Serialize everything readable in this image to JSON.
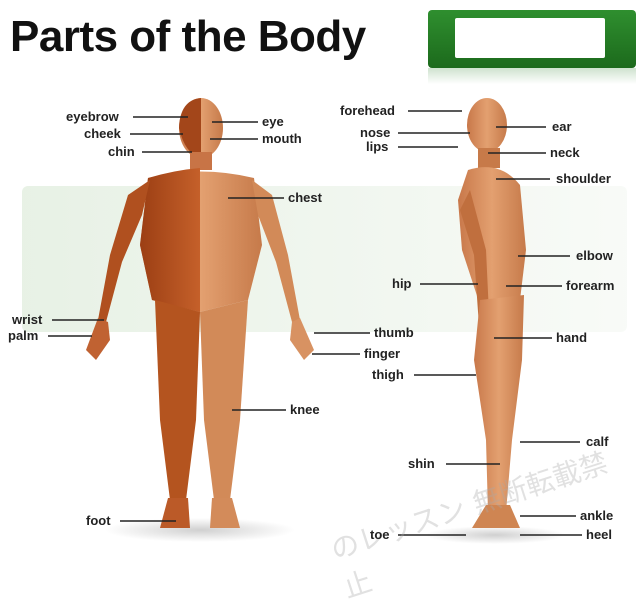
{
  "title": "Parts of the Body",
  "labels": {
    "eyebrow": "eyebrow",
    "eye": "eye",
    "cheek": "cheek",
    "mouth": "mouth",
    "chin": "chin",
    "chest": "chest",
    "wrist": "wrist",
    "palm": "palm",
    "thumb": "thumb",
    "finger": "finger",
    "knee": "knee",
    "foot": "foot",
    "forehead": "forehead",
    "ear": "ear",
    "nose": "nose",
    "lips": "lips",
    "neck": "neck",
    "shoulder": "shoulder",
    "elbow": "elbow",
    "hip": "hip",
    "forearm": "forearm",
    "hand": "hand",
    "thigh": "thigh",
    "calf": "calf",
    "shin": "shin",
    "ankle": "ankle",
    "toe": "toe",
    "heel": "heel"
  },
  "colors": {
    "skin": "#d9925e",
    "muscle": "#b8511f",
    "logo_green": "#2a8a2a"
  }
}
